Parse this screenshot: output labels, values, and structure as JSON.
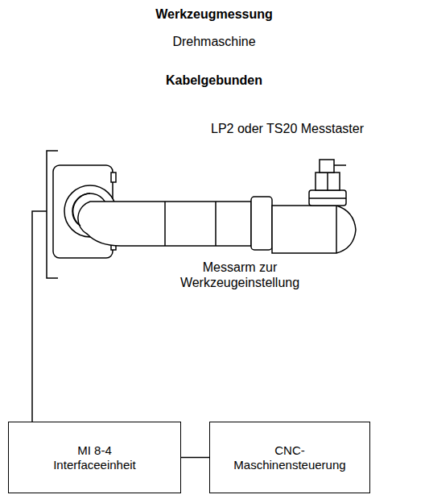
{
  "diagram": {
    "title": "Werkzeugmessung",
    "nodes": [
      {
        "text": [
          "MI 8-4 Interfaceeinheit"
        ]
      },
      {
        "text": [
          "CNC- Maschinensteuerung"
        ]
      }
    ],
    "edges": [
      {
        "from": 0,
        "to": 1,
        "arrow": "none"
      }
    ],
    "labels": [
      "Drehmaschine",
      "Kabelgebunden",
      "LP2 oder TS20 Messtaster",
      "Messarm zur Werkzeugeinstellung"
    ]
  }
}
